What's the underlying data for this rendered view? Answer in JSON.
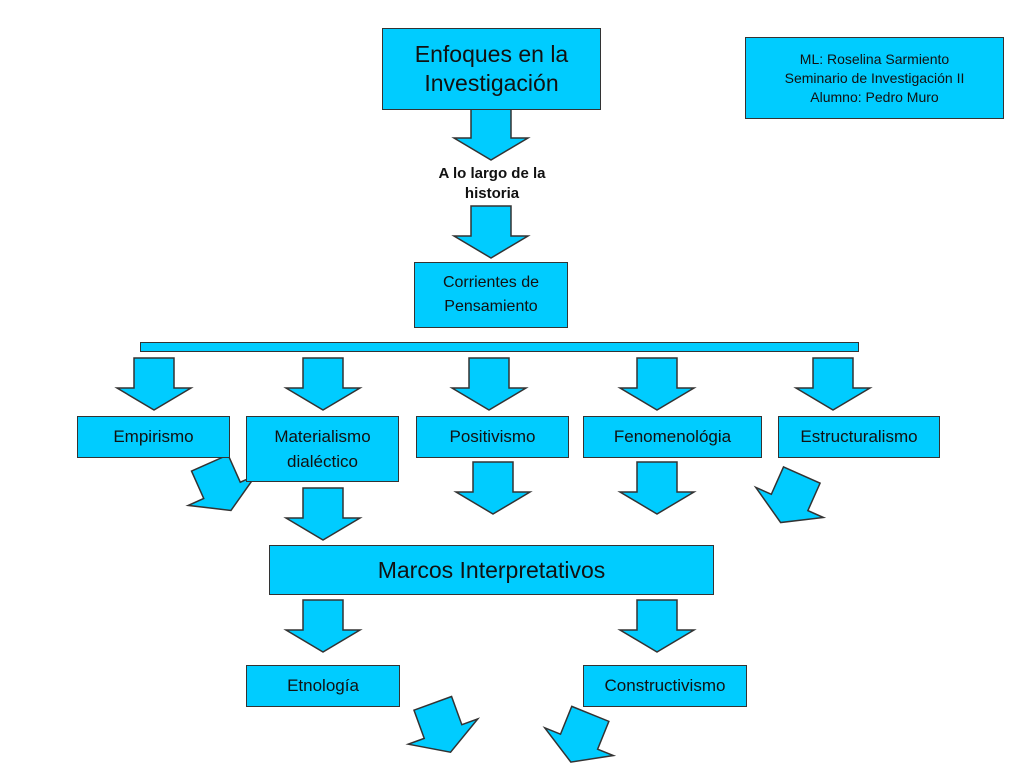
{
  "title": {
    "line1": "Enfoques en la",
    "line2": "Investigación"
  },
  "info": {
    "line1": "ML: Roselina Sarmiento",
    "line2": "Seminario de Investigación II",
    "line3": "Alumno: Pedro Muro"
  },
  "history_label": {
    "line1": "A lo largo de la",
    "line2": "historia"
  },
  "currents": {
    "line1": "Corrientes de",
    "line2": "Pensamiento"
  },
  "schools": {
    "empirismo": "Empirismo",
    "materialismo_line1": "Materialismo",
    "materialismo_line2": "dialéctico",
    "positivismo": "Positivismo",
    "fenomenologia": "Fenomenológia",
    "estructuralismo": "Estructuralismo"
  },
  "frameworks": "Marcos Interpretativos",
  "outcomes": {
    "etnologia": "Etnología",
    "constructivismo": "Constructivismo"
  },
  "colors": {
    "box_fill": "#00ccff",
    "border": "#333333"
  }
}
